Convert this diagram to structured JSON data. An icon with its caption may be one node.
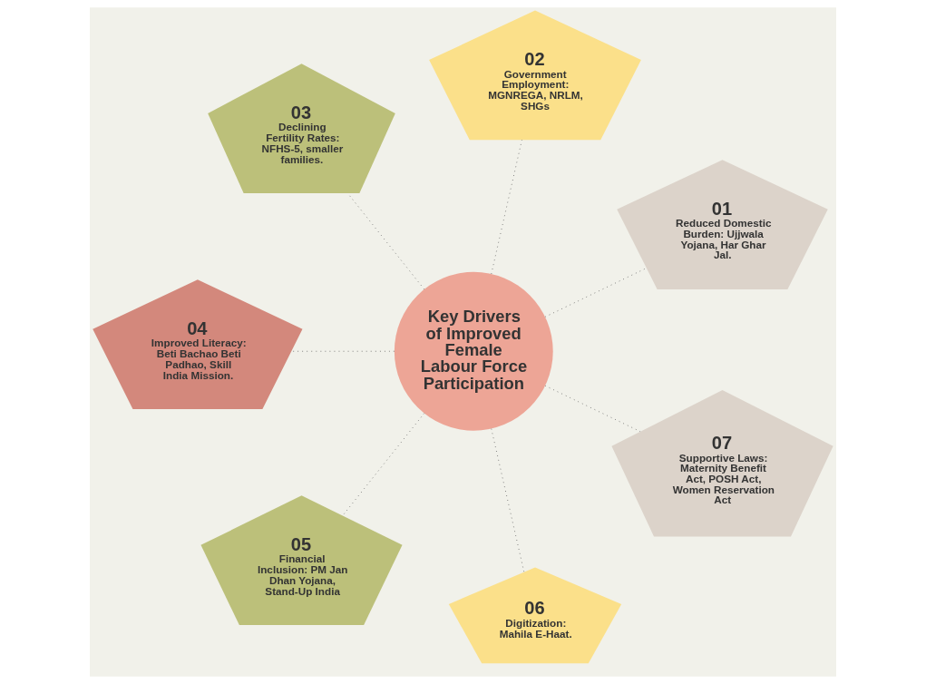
{
  "diagram": {
    "nodes": [
      {
        "text": [
          "Key Drivers of Improved Female Labour Force Participation"
        ]
      },
      {
        "text": [
          "01",
          "Reduced Domestic Burden: Ujjwala Yojana, Har Ghar Jal."
        ]
      },
      {
        "text": [
          "02",
          "Government Employment: MGNREGA, NRLM, SHGs"
        ]
      },
      {
        "text": [
          "03",
          "Declining Fertility Rates: NFHS-5, smaller families."
        ]
      },
      {
        "text": [
          "04",
          "Improved Literacy: Beti Bachao Beti Padhao, Skill India Mission."
        ]
      },
      {
        "text": [
          "05",
          "Financial Inclusion: PM Jan Dhan Yojana, Stand-Up India"
        ]
      },
      {
        "text": [
          "06",
          "Digitization: Mahila E-Haat."
        ]
      },
      {
        "text": [
          "07",
          "Supportive Laws: Maternity Benefit Act, POSH Act, Women Reservation Act"
        ]
      }
    ],
    "edges": [
      {
        "from": 0,
        "to": 1,
        "arrow": "none",
        "style": "dashed"
      },
      {
        "from": 0,
        "to": 2,
        "arrow": "none",
        "style": "dashed"
      },
      {
        "from": 0,
        "to": 3,
        "arrow": "none",
        "style": "dashed"
      },
      {
        "from": 0,
        "to": 4,
        "arrow": "none",
        "style": "dashed"
      },
      {
        "from": 0,
        "to": 5,
        "arrow": "none",
        "style": "dashed"
      },
      {
        "from": 0,
        "to": 6,
        "arrow": "none",
        "style": "dashed"
      },
      {
        "from": 0,
        "to": 7,
        "arrow": "none",
        "style": "dashed"
      }
    ]
  }
}
